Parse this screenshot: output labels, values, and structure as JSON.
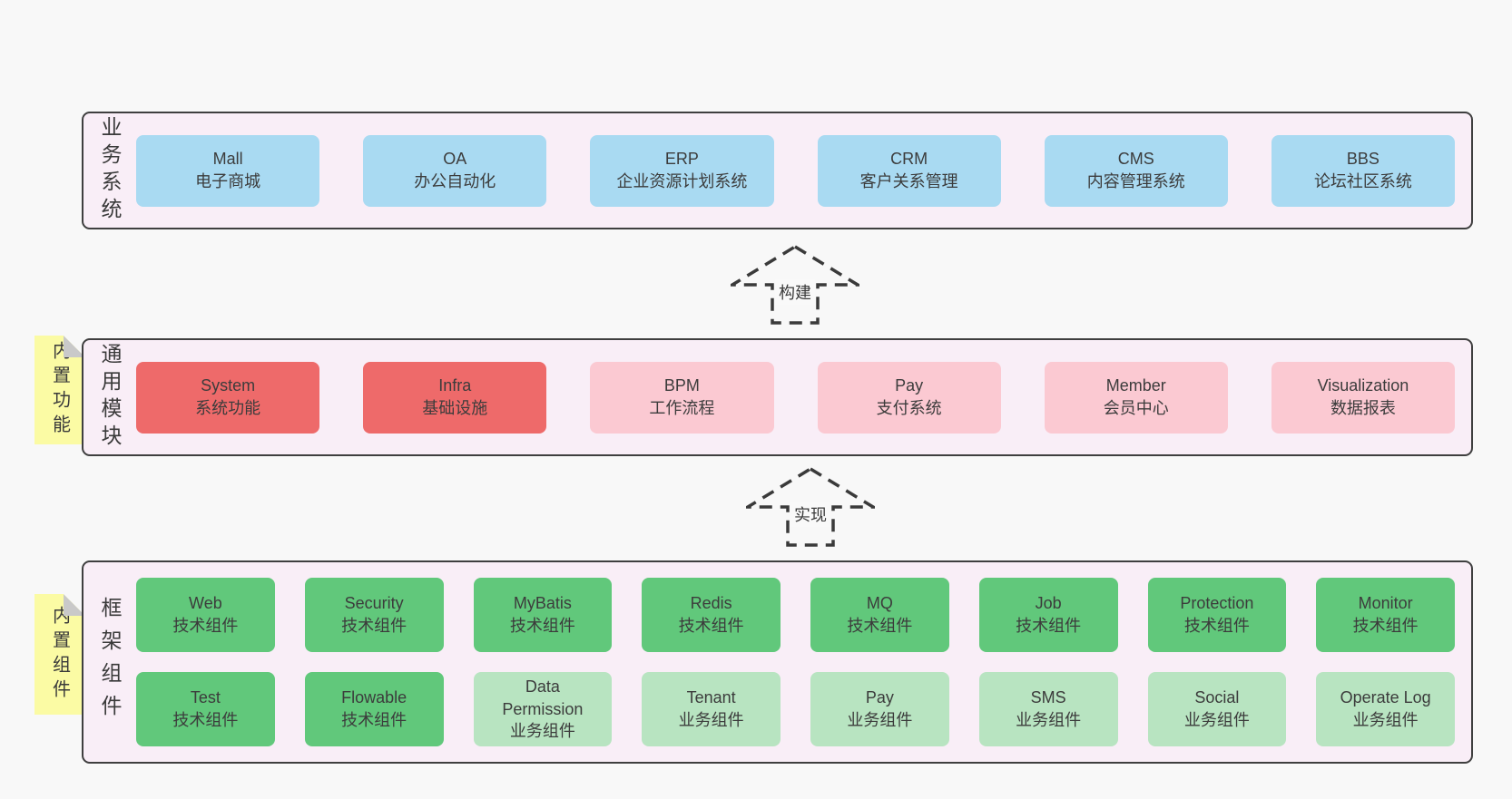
{
  "colors": {
    "section_bg": "#f9eef7",
    "section_border": "#3f3f3f",
    "business_box": "#a9daf2",
    "core_module_box": "#ee6a6a",
    "module_box": "#fbc9d2",
    "tech_component_box": "#61c87b",
    "biz_component_box": "#b8e4c1",
    "sticky_note": "#fbfba4",
    "sticky_fold": "#c9c9c9"
  },
  "arrows": [
    {
      "label": "构建"
    },
    {
      "label": "实现"
    }
  ],
  "sections": [
    {
      "id": "business-systems",
      "label": "业务系统",
      "rows": [
        [
          {
            "name": "Mall",
            "desc": "电子商城",
            "color": "blue"
          },
          {
            "name": "OA",
            "desc": "办公自动化",
            "color": "blue"
          },
          {
            "name": "ERP",
            "desc": "企业资源计划系统",
            "color": "blue"
          },
          {
            "name": "CRM",
            "desc": "客户关系管理",
            "color": "blue"
          },
          {
            "name": "CMS",
            "desc": "内容管理系统",
            "color": "blue"
          },
          {
            "name": "BBS",
            "desc": "论坛社区系统",
            "color": "blue"
          }
        ]
      ]
    },
    {
      "id": "common-modules",
      "label": "通用模块",
      "sticky": "内置功能",
      "rows": [
        [
          {
            "name": "System",
            "desc": "系统功能",
            "color": "red"
          },
          {
            "name": "Infra",
            "desc": "基础设施",
            "color": "red"
          },
          {
            "name": "BPM",
            "desc": "工作流程",
            "color": "pink"
          },
          {
            "name": "Pay",
            "desc": "支付系统",
            "color": "pink"
          },
          {
            "name": "Member",
            "desc": "会员中心",
            "color": "pink"
          },
          {
            "name": "Visualization",
            "desc": "数据报表",
            "color": "pink"
          }
        ]
      ]
    },
    {
      "id": "framework-components",
      "label": "框架组件",
      "sticky": "内置组件",
      "rows": [
        [
          {
            "name": "Web",
            "desc": "技术组件",
            "color": "green"
          },
          {
            "name": "Security",
            "desc": "技术组件",
            "color": "green"
          },
          {
            "name": "MyBatis",
            "desc": "技术组件",
            "color": "green"
          },
          {
            "name": "Redis",
            "desc": "技术组件",
            "color": "green"
          },
          {
            "name": "MQ",
            "desc": "技术组件",
            "color": "green"
          },
          {
            "name": "Job",
            "desc": "技术组件",
            "color": "green"
          },
          {
            "name": "Protection",
            "desc": "技术组件",
            "color": "green"
          },
          {
            "name": "Monitor",
            "desc": "技术组件",
            "color": "green"
          }
        ],
        [
          {
            "name": "Test",
            "desc": "技术组件",
            "color": "green"
          },
          {
            "name": "Flowable",
            "desc": "技术组件",
            "color": "green"
          },
          {
            "name": "Data\nPermission",
            "desc": "业务组件",
            "color": "lightgreen"
          },
          {
            "name": "Tenant",
            "desc": "业务组件",
            "color": "lightgreen"
          },
          {
            "name": "Pay",
            "desc": "业务组件",
            "color": "lightgreen"
          },
          {
            "name": "SMS",
            "desc": "业务组件",
            "color": "lightgreen"
          },
          {
            "name": "Social",
            "desc": "业务组件",
            "color": "lightgreen"
          },
          {
            "name": "Operate Log",
            "desc": "业务组件",
            "color": "lightgreen"
          }
        ]
      ]
    }
  ]
}
